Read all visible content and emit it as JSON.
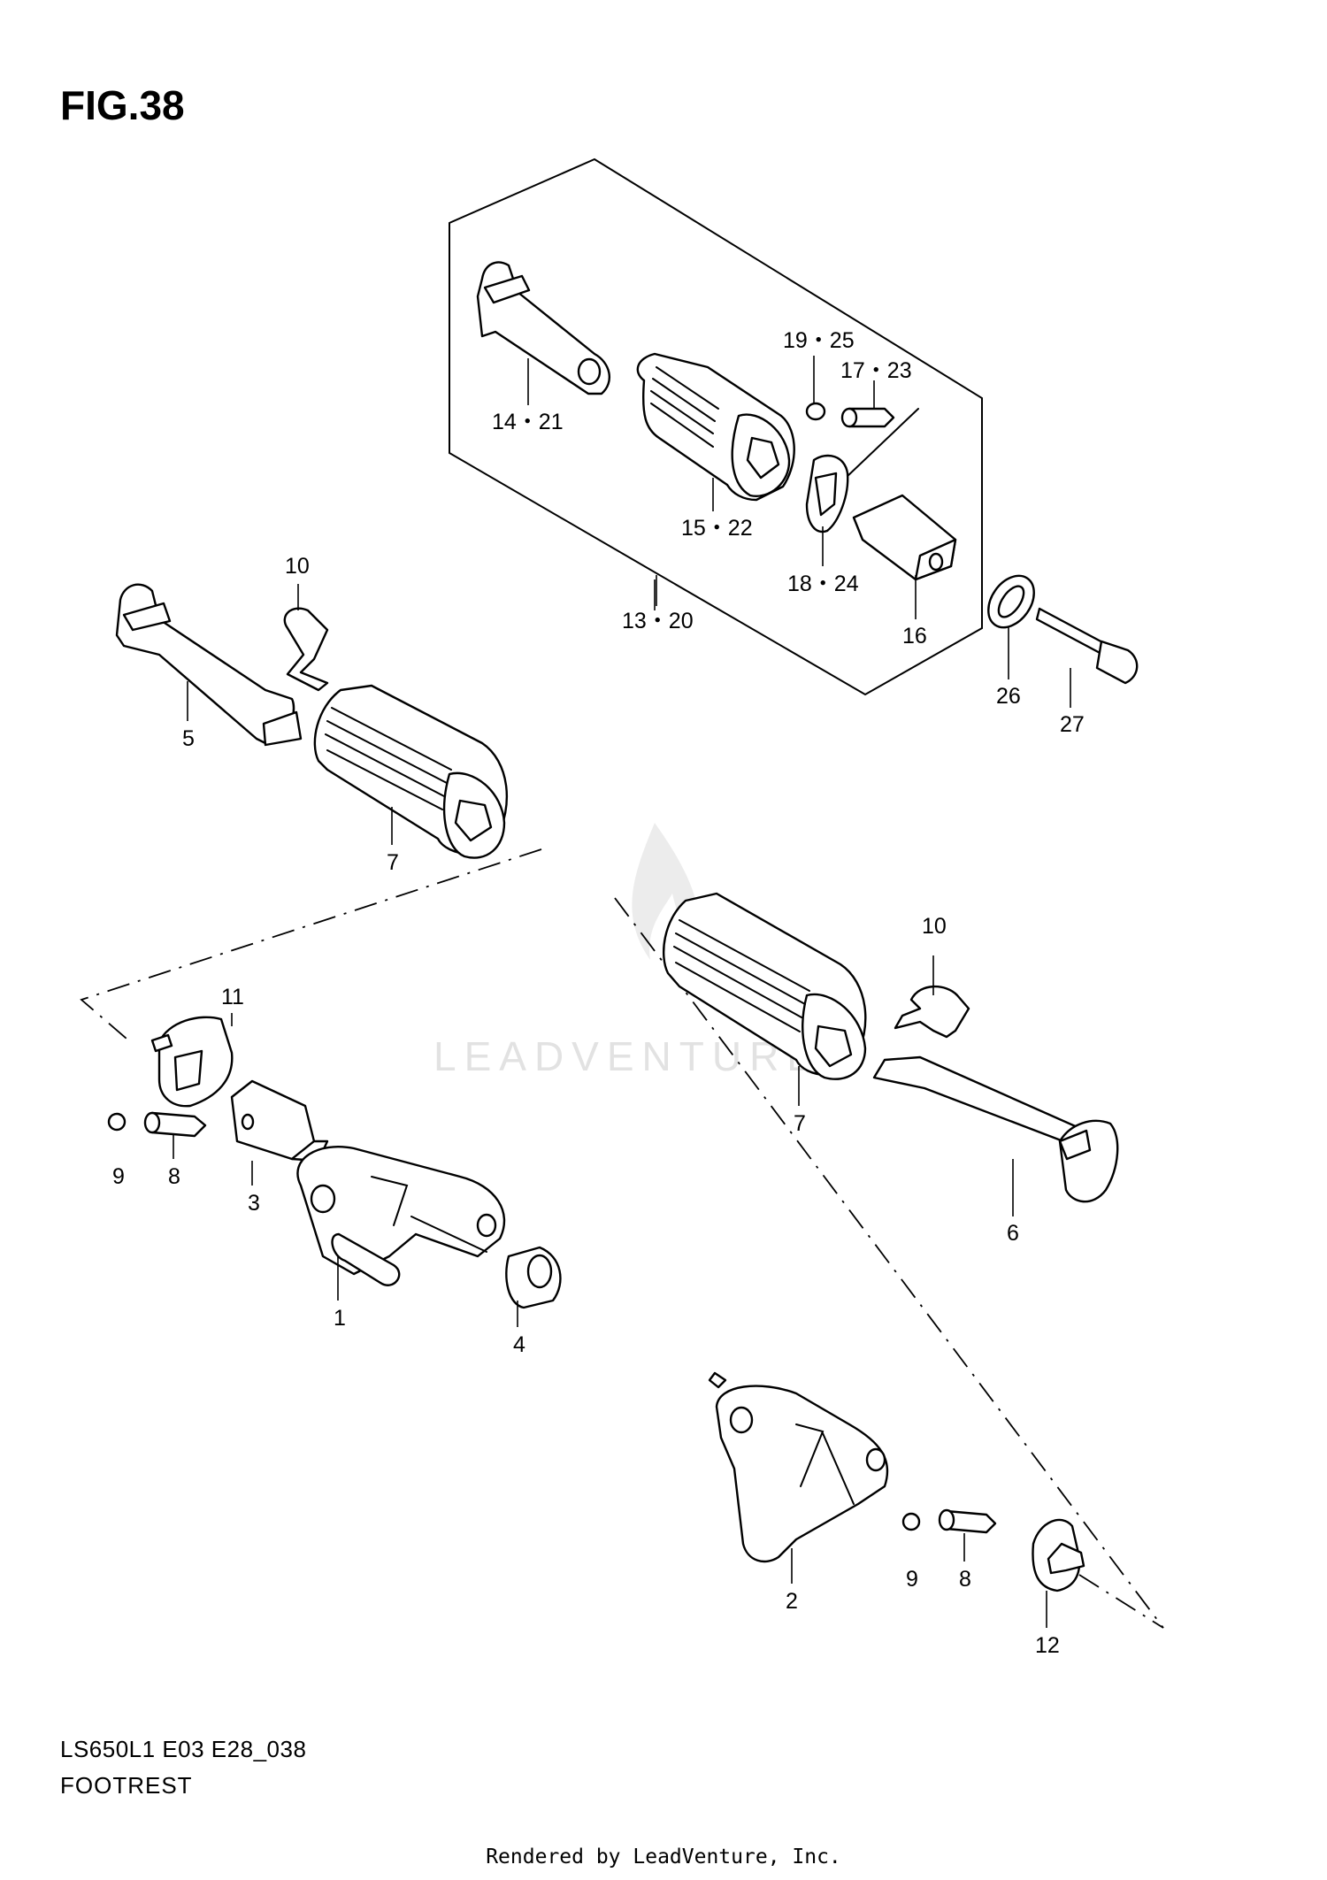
{
  "figure": {
    "title": "FIG.38",
    "model_code": "LS650L1 E03 E28_038",
    "name": "FOOTREST"
  },
  "watermark": {
    "text": "LEADVENTURE"
  },
  "footer": {
    "rendered_by": "Rendered by LeadVenture, Inc."
  },
  "callouts": {
    "c1": "1",
    "c2": "2",
    "c3": "3",
    "c4": "4",
    "c5": "5",
    "c6": "6",
    "c7a": "7",
    "c7b": "7",
    "c8a": "8",
    "c8b": "8",
    "c9a": "9",
    "c9b": "9",
    "c10a": "10",
    "c10b": "10",
    "c11": "11",
    "c12": "12",
    "c13_20": "13・20",
    "c14_21": "14・21",
    "c15_22": "15・22",
    "c16": "16",
    "c17_23": "17・23",
    "c18_24": "18・24",
    "c19_25": "19・25",
    "c26": "26",
    "c27": "27"
  }
}
